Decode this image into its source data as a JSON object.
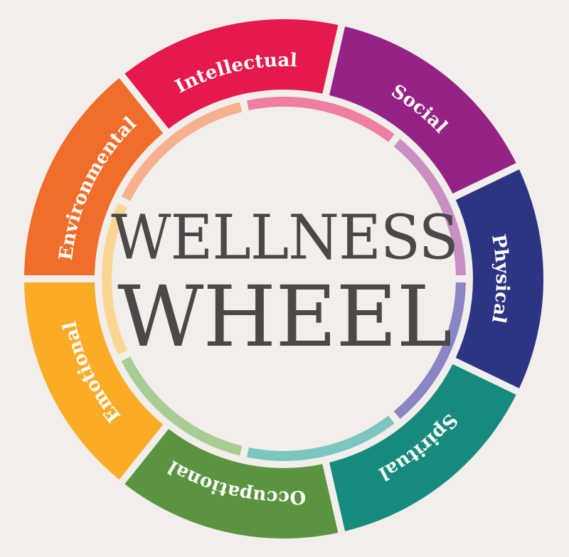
{
  "title": {
    "line1": "WELLNESS",
    "line2": "WHEEL",
    "color": "#4a4848"
  },
  "background": "#f1eeeb",
  "segments": [
    {
      "label": "Intellectual",
      "color": "#e5194b",
      "tint": "#ee7fa0"
    },
    {
      "label": "Social",
      "color": "#952386",
      "tint": "#c98fc3"
    },
    {
      "label": "Physical",
      "color": "#2d3483",
      "tint": "#8a86c4"
    },
    {
      "label": "Spiritual",
      "color": "#178a7e",
      "tint": "#7dc5bf"
    },
    {
      "label": "Occupational",
      "color": "#5b9441",
      "tint": "#a9cc94"
    },
    {
      "label": "Emotional",
      "color": "#fbac27",
      "tint": "#fbd693"
    },
    {
      "label": "Environmental",
      "color": "#f16d2a",
      "tint": "#f6b08d"
    }
  ]
}
